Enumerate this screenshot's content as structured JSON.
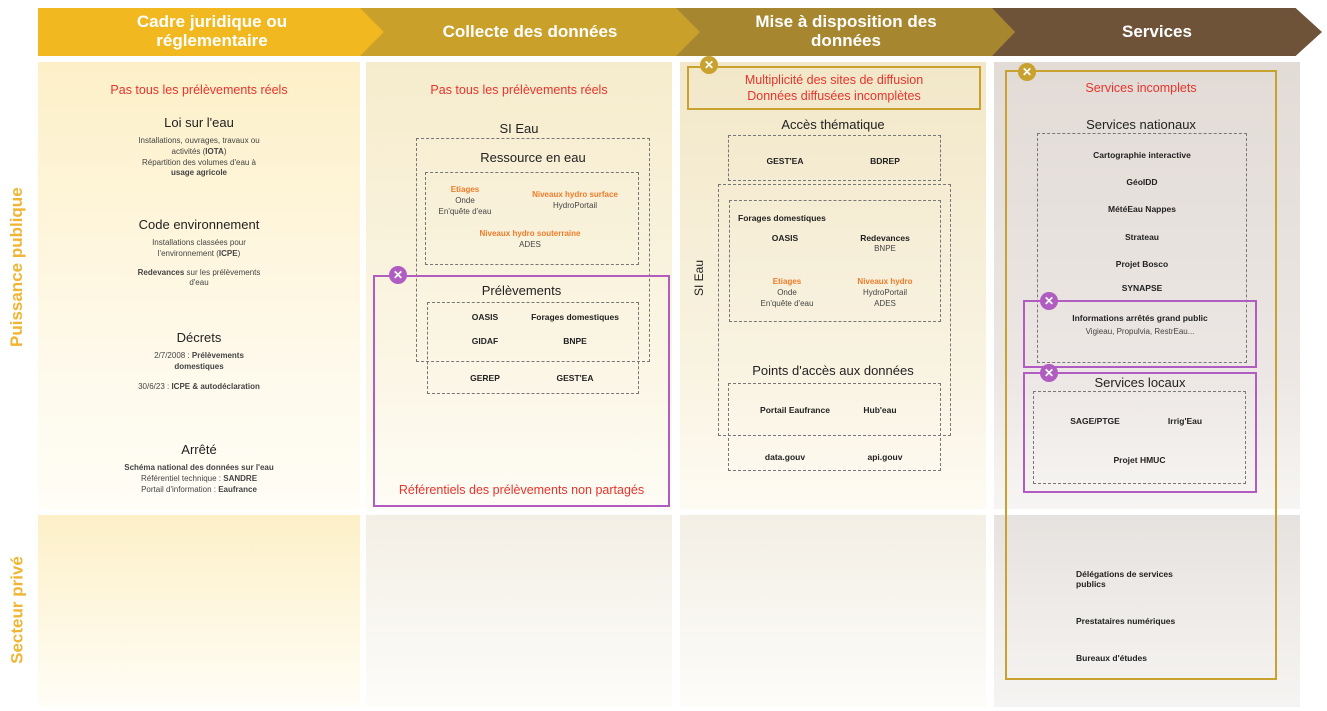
{
  "header": {
    "step1": "Cadre juridique ou réglementaire",
    "step2": "Collecte des données",
    "step3": "Mise à disposition des données",
    "step4": "Services"
  },
  "rows": {
    "public": "Puissance publique",
    "private": "Secteur privé"
  },
  "col1": {
    "issue": "Pas tous les prélèvements réels",
    "loi_title": "Loi sur l'eau",
    "loi_l1": "Installations, ouvrages, travaux ou",
    "loi_l2a": "activités (",
    "loi_l2b": "IOTA",
    "loi_l2c": ")",
    "loi_l3": "Répartition  des volumes d'eau à",
    "loi_l4": "usage agricole",
    "code_title": "Code environnement",
    "code_l1": "Installations classées pour",
    "code_l2a": "l'environnement (",
    "code_l2b": "ICPE",
    "code_l2c": ")",
    "code_l3a": "Redevances",
    "code_l3b": " sur les prélèvements",
    "code_l4": "d'eau",
    "decrets_title": "Décrets",
    "decrets_l1a": "2/7/2008 : ",
    "decrets_l1b": "Prélèvements",
    "decrets_l2": "domestiques",
    "decrets_l3a": "30/6/23 : ",
    "decrets_l3b": "ICPE & autodéclaration",
    "arrete_title": "Arrêté",
    "arrete_l1": "Schéma national des données sur l'eau",
    "arrete_l2a": "Référentiel technique : ",
    "arrete_l2b": "SANDRE",
    "arrete_l3a": "Portail d'information : ",
    "arrete_l3b": "Eaufrance"
  },
  "col2": {
    "issue": "Pas tous les prélèvements réels",
    "si_eau": "SI Eau",
    "ressource": "Ressource en eau",
    "etiages": "Etiages",
    "onde": "Onde",
    "enquete": "En'quête d'eau",
    "hydro_surface": "Niveaux hydro surface",
    "hydroportail": "HydroPortail",
    "hydro_sout": "Niveaux hydro souterraine",
    "ades": "ADES",
    "prelevements": "Prélèvements",
    "oasis": "OASIS",
    "forages": "Forages domestiques",
    "gidaf": "GIDAF",
    "bnpe": "BNPE",
    "gerep": "GEREP",
    "gestea": "GEST'EA",
    "ref_issue": "Référentiels des prélèvements non partagés"
  },
  "col3": {
    "issue1": "Multiplicité des sites de diffusion",
    "issue2": "Données diffusées incomplètes",
    "acces_them": "Accès thématique",
    "gestea": "GEST'EA",
    "bdrep": "BDREP",
    "si_eau": "SI Eau",
    "forages": "Forages domestiques",
    "oasis": "OASIS",
    "redevances": "Redevances",
    "bnpe": "BNPE",
    "etiages": "Etiages",
    "onde": "Onde",
    "enquete": "En'quête d'eau",
    "niv_hydro": "Niveaux hydro",
    "hydroportail": "HydroPortail",
    "ades": "ADES",
    "points_acces": "Points d'accès aux données",
    "portail": "Portail Eaufrance",
    "hubeau": "Hub'eau",
    "datagouv": "data.gouv",
    "apigouv": "api.gouv"
  },
  "col4": {
    "issue": "Services incomplets",
    "nationaux": "Services nationaux",
    "carto": "Cartographie interactive",
    "geoidd": "GéoIDD",
    "meteau": "MétéEau Nappes",
    "strateau": "Strateau",
    "bosco": "Projet Bosco",
    "synapse": "SYNAPSE",
    "arretes": "Informations arrêtés grand public",
    "arretes_list": "Vigieau, Propulvia, RestrEau...",
    "locaux": "Services locaux",
    "sage": "SAGE/PTGE",
    "irrigeau": "Irrig'Eau",
    "hmuc": "Projet HMUC",
    "delegations1": "Délégations de services",
    "delegations2": "publics",
    "prestataires": "Prestataires numériques",
    "bureaux": "Bureaux d'études"
  },
  "colors": {
    "accent_purple": "#b05cc0",
    "accent_gold": "#c9a12e",
    "issue_red": "#e8342c",
    "highlight_orange": "#f07c2a"
  }
}
